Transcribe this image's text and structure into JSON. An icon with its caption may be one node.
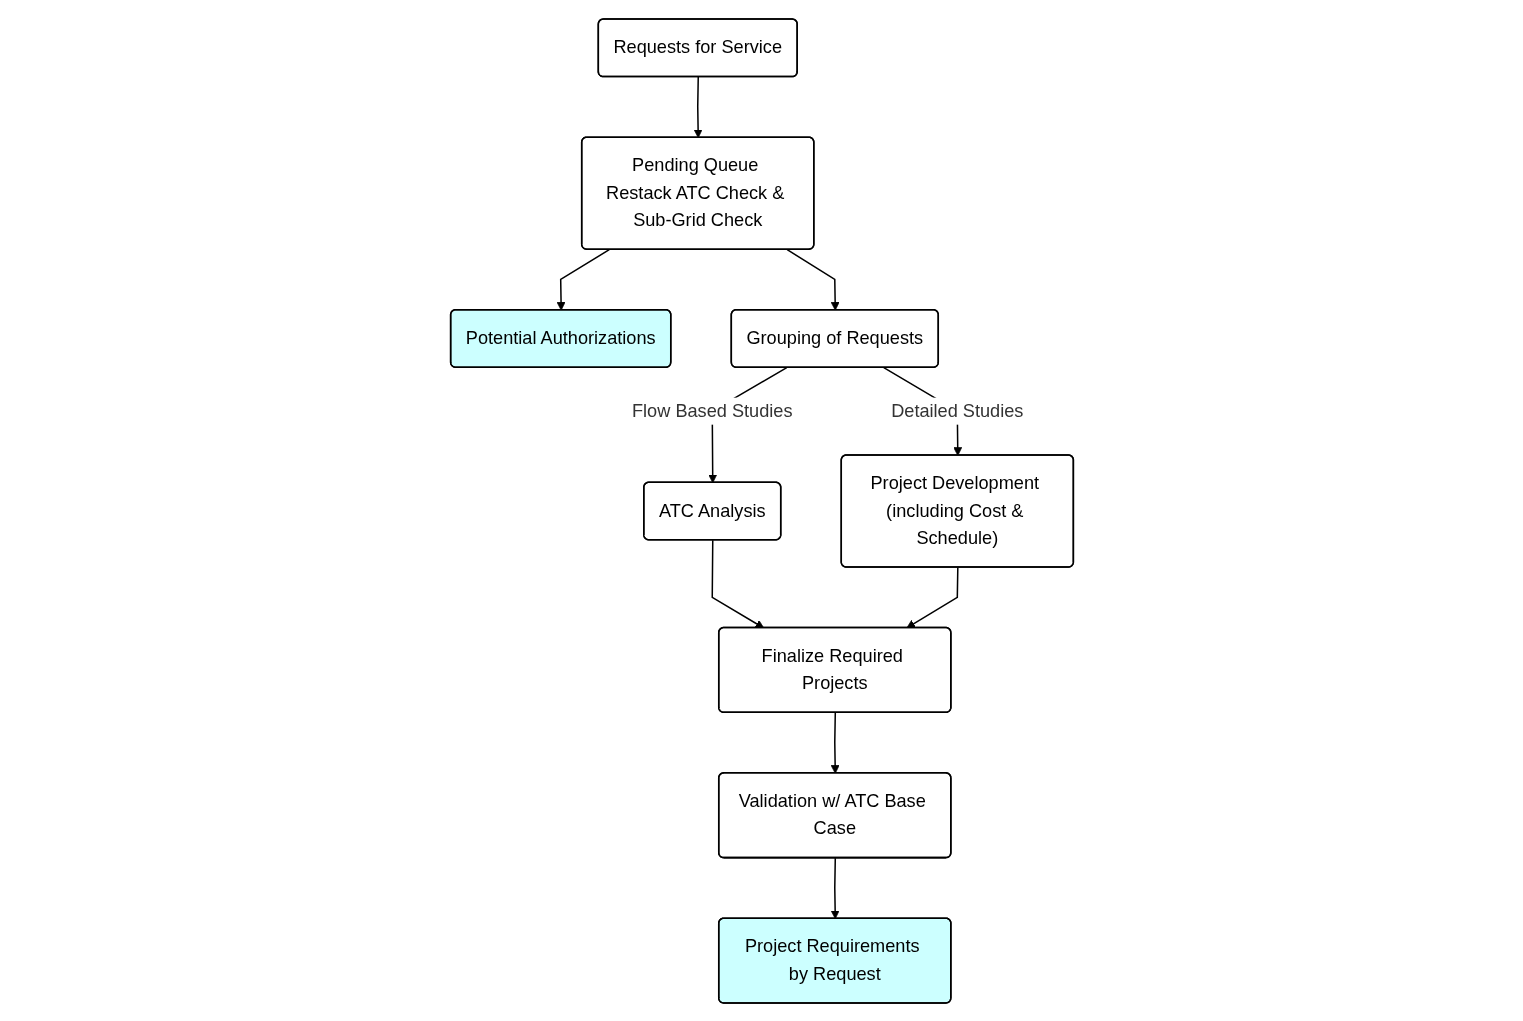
{
  "diagram": {
    "nodes": [
      {
        "text": [
          "Requests for Service"
        ]
      },
      {
        "text": [
          "Pending Queue Restack ATC Check & Sub-Grid Check"
        ]
      },
      {
        "text": [
          "Potential Authorizations"
        ]
      },
      {
        "text": [
          "Grouping of Requests"
        ]
      },
      {
        "text": [
          "ATC Analysis"
        ]
      },
      {
        "text": [
          "Finalize Required Projects"
        ]
      },
      {
        "text": [
          "Project Development (including Cost & Schedule)"
        ]
      },
      {
        "text": [
          "Validation w/ ATC Base Case"
        ]
      },
      {
        "text": [
          "Project Requirements by Request"
        ]
      }
    ],
    "edges": [
      {
        "from": 0,
        "to": 1,
        "arrow": "to"
      },
      {
        "from": 1,
        "to": 2,
        "arrow": "to"
      },
      {
        "from": 1,
        "to": 3,
        "arrow": "to"
      },
      {
        "from": 3,
        "to": 4,
        "arrow": "to",
        "label": "Flow Based Studies"
      },
      {
        "from": 3,
        "to": 6,
        "arrow": "to",
        "label": "Detailed Studies"
      },
      {
        "from": 4,
        "to": 5,
        "arrow": "to"
      },
      {
        "from": 6,
        "to": 5,
        "arrow": "to"
      },
      {
        "from": 5,
        "to": 7,
        "arrow": "to"
      },
      {
        "from": 7,
        "to": 8,
        "arrow": "to"
      }
    ]
  }
}
